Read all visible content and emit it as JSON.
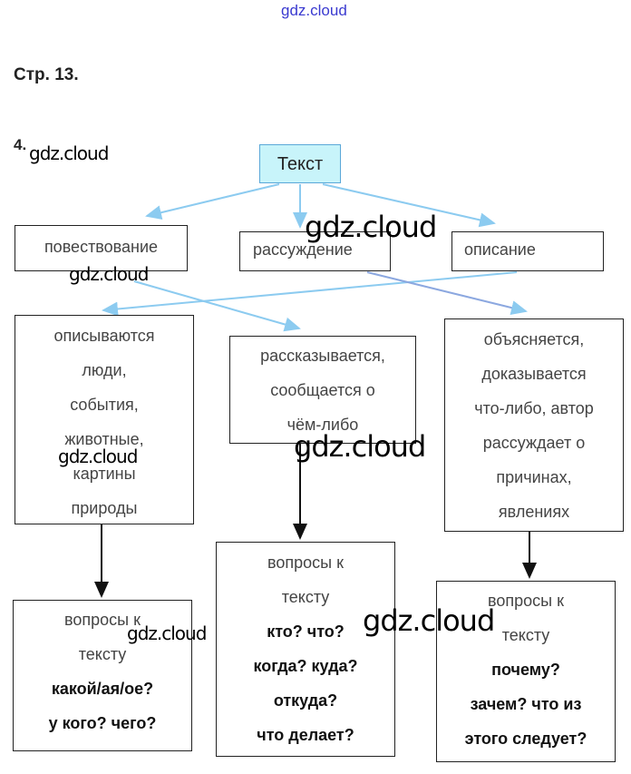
{
  "watermark": "gdz.cloud",
  "page_label": "Стр. 13.",
  "task_number": "4.",
  "colors": {
    "arrow_blue": "#8ccbf0",
    "root_fill": "#c8f4fa",
    "root_border": "#5aa8d8"
  },
  "root": {
    "label": "Текст"
  },
  "types": [
    "повествование",
    "рассуждение",
    "описание"
  ],
  "descriptions": {
    "left": [
      "описываются",
      "люди,",
      "события,",
      "животные,",
      "картины",
      "природы"
    ],
    "middle": [
      "рассказывается,",
      "сообщается о",
      "чём-либо"
    ],
    "right": [
      "объясняется,",
      "доказывается",
      "что-либо, автор",
      "рассуждает о",
      "причинах,",
      "явлениях"
    ]
  },
  "questions": {
    "left": {
      "heading": [
        "вопросы к",
        "тексту"
      ],
      "items": [
        "какой/ая/ое?",
        "у кого? чего?"
      ]
    },
    "middle": {
      "heading": [
        "вопросы к",
        "тексту"
      ],
      "items": [
        "кто? что?",
        "когда? куда?",
        "откуда?",
        "что делает?"
      ]
    },
    "right": {
      "heading": [
        "вопросы к",
        "тексту"
      ],
      "items": [
        "почему?",
        "зачем? что из",
        "этого следует?"
      ]
    }
  }
}
